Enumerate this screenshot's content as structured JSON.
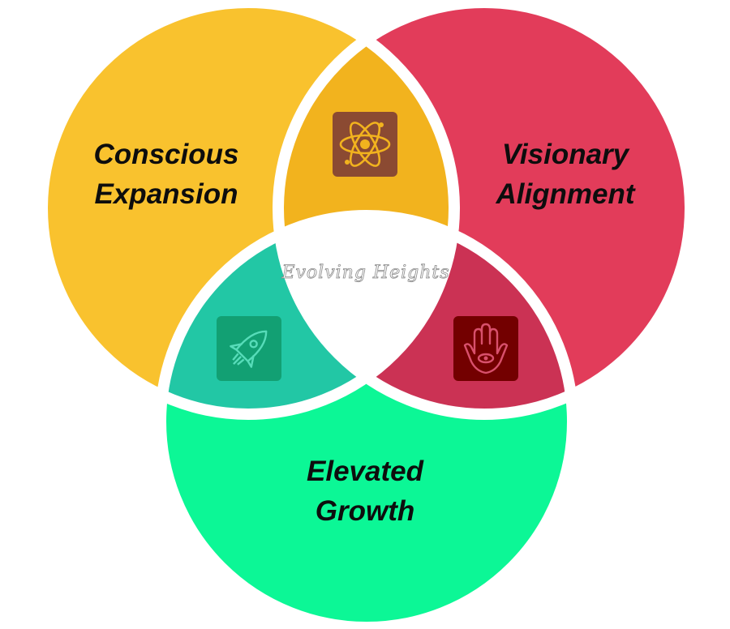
{
  "circles": {
    "conscious": {
      "label_line1": "Conscious",
      "label_line2": "Expansion",
      "color": "#f9c22e"
    },
    "visionary": {
      "label_line1": "Visionary",
      "label_line2": "Alignment",
      "color": "#e23c5a"
    },
    "growth": {
      "label_line1": "Elevated",
      "label_line2": "Growth",
      "color": "#0cf796"
    }
  },
  "overlaps": {
    "conscious_visionary": {
      "color": "#f2b31e",
      "icon": "atom-icon"
    },
    "conscious_growth": {
      "color": "#22c7a5",
      "icon": "rocket-icon"
    },
    "visionary_growth": {
      "color": "#cb3254",
      "icon": "hamsa-hand-icon"
    },
    "center": {
      "color": "#ffffff",
      "text": "Evolving Heights"
    }
  },
  "outline_color": "#ffffff"
}
